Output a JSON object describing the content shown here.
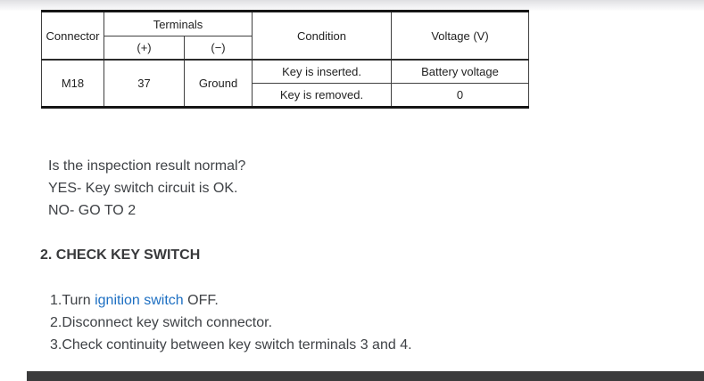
{
  "table": {
    "headers": {
      "connector": "Connector",
      "terminals": "Terminals",
      "plus": "(+)",
      "minus": "(−)",
      "condition": "Condition",
      "voltage": "Voltage (V)"
    },
    "row": {
      "connector": "M18",
      "plus": "37",
      "minus": "Ground",
      "conditions": [
        {
          "condition": "Key is inserted.",
          "voltage": "Battery voltage"
        },
        {
          "condition": "Key is removed.",
          "voltage": "0"
        }
      ]
    }
  },
  "result": {
    "question": "Is the inspection result normal?",
    "yes": "YES- Key switch circuit is OK.",
    "no": "NO- GO TO 2"
  },
  "section": {
    "heading": "2. CHECK KEY SWITCH"
  },
  "steps": [
    {
      "num": "1.",
      "pre": "Turn ",
      "link": "ignition switch",
      "post": " OFF."
    },
    {
      "num": "2.",
      "text": "Disconnect key switch connector."
    },
    {
      "num": "3.",
      "text": "Check continuity between key switch terminals 3 and 4."
    }
  ],
  "colors": {
    "link_blue": "#1d6fc2",
    "body_text": "#3f4246",
    "table_border": "#3f3f3f",
    "thick_border": "#161616",
    "bottom_bar": "#3b3b3c"
  }
}
